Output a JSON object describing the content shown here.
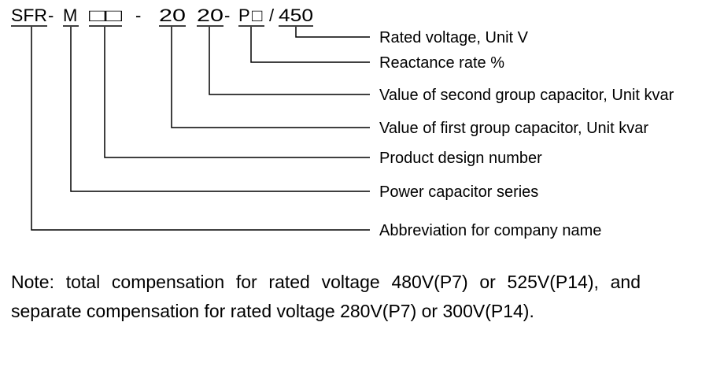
{
  "code": {
    "segments": [
      "SFR",
      "-",
      "M",
      "□□",
      "-",
      "20",
      "20",
      "-",
      "P",
      "□",
      "/",
      "450"
    ]
  },
  "labels": [
    "Rated voltage, Unit V",
    "Reactance rate %",
    "Value of second group capacitor, Unit kvar",
    "Value of first group capacitor, Unit kvar",
    "Product design number",
    "Power capacitor series",
    "Abbreviation for company name"
  ],
  "note": "Note: total compensation for rated voltage 480V(P7) or 525V(P14), and separate compensation for rated voltage 280V(P7) or 300V(P14)."
}
